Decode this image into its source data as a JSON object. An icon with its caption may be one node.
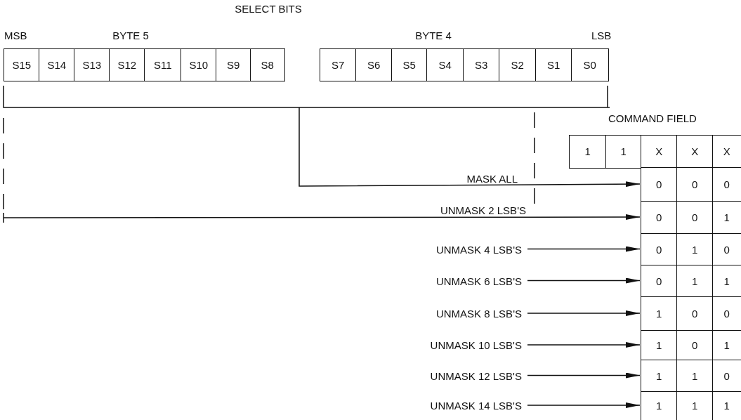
{
  "diagram": {
    "nodes": [
      {
        "text": [
          "S15"
        ]
      },
      {
        "text": [
          "S14"
        ]
      },
      {
        "text": [
          "S13"
        ]
      },
      {
        "text": [
          "S12"
        ]
      },
      {
        "text": [
          "S11"
        ]
      },
      {
        "text": [
          "S10"
        ]
      },
      {
        "text": [
          "S9"
        ]
      },
      {
        "text": [
          "S8"
        ]
      },
      {
        "text": [
          "S7"
        ]
      },
      {
        "text": [
          "S6"
        ]
      },
      {
        "text": [
          "S5"
        ]
      },
      {
        "text": [
          "S4"
        ]
      },
      {
        "text": [
          "S3"
        ]
      },
      {
        "text": [
          "S2"
        ]
      },
      {
        "text": [
          "S1"
        ]
      },
      {
        "text": [
          "S0"
        ]
      },
      {
        "text": [
          "1"
        ]
      },
      {
        "text": [
          "1"
        ]
      },
      {
        "text": [
          "X"
        ]
      },
      {
        "text": [
          "X"
        ]
      },
      {
        "text": [
          "X"
        ]
      },
      {
        "text": [
          "0"
        ]
      },
      {
        "text": [
          "0"
        ]
      },
      {
        "text": [
          "0"
        ]
      },
      {
        "text": [
          "0"
        ]
      },
      {
        "text": [
          "0"
        ]
      },
      {
        "text": [
          "1"
        ]
      },
      {
        "text": [
          "UNMASK 4 LSB'S"
        ]
      },
      {
        "text": [
          "0"
        ]
      },
      {
        "text": [
          "1"
        ]
      },
      {
        "text": [
          "0"
        ]
      },
      {
        "text": [
          "UNMASK 6 LSB'S"
        ]
      },
      {
        "text": [
          "0"
        ]
      },
      {
        "text": [
          "1"
        ]
      },
      {
        "text": [
          "1"
        ]
      },
      {
        "text": [
          "UNMASK 8 LSB'S"
        ]
      },
      {
        "text": [
          "1"
        ]
      },
      {
        "text": [
          "0"
        ]
      },
      {
        "text": [
          "0"
        ]
      },
      {
        "text": [
          "UNMASK 10 LSB'S"
        ]
      },
      {
        "text": [
          "1"
        ]
      },
      {
        "text": [
          "0"
        ]
      },
      {
        "text": [
          "1"
        ]
      },
      {
        "text": [
          "UNMASK 12 LSB'S"
        ]
      },
      {
        "text": [
          "1"
        ]
      },
      {
        "text": [
          "1"
        ]
      },
      {
        "text": [
          "0"
        ]
      },
      {
        "text": [
          "UNMASK 14 LSB'S"
        ]
      },
      {
        "text": [
          "1"
        ]
      },
      {
        "text": [
          "1"
        ]
      },
      {
        "text": [
          "1"
        ]
      },
      {
        "text": [],
        "shape": "bracket"
      }
    ],
    "edges": [
      {
        "from": 51,
        "to": 21,
        "arrow": "to",
        "label": "MASK ALL"
      },
      {
        "from": null,
        "to": 24,
        "arrow": "to",
        "label": "UNMASK 2 LSB'S"
      },
      {
        "from": 27,
        "to": 28,
        "arrow": "to"
      },
      {
        "from": 31,
        "to": 32,
        "arrow": "to"
      },
      {
        "from": 35,
        "to": 36,
        "arrow": "to"
      },
      {
        "from": 39,
        "to": 40,
        "arrow": "to"
      },
      {
        "from": 43,
        "to": 44,
        "arrow": "to"
      },
      {
        "from": 47,
        "to": 48,
        "arrow": "to"
      }
    ],
    "labels": [
      "SELECT BITS",
      "MSB",
      "BYTE 5",
      "BYTE 4",
      "LSB",
      "COMMAND FIELD"
    ]
  }
}
